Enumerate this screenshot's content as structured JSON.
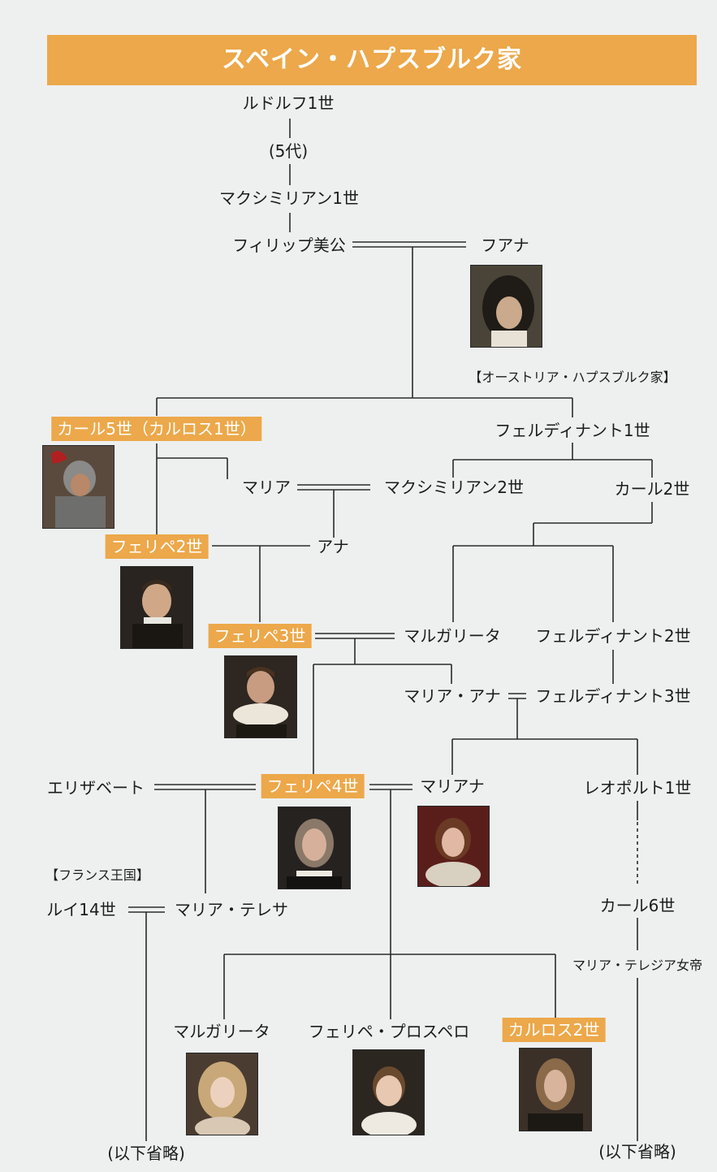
{
  "title": "スペイン・ハプスブルク家",
  "people": {
    "rudolf": "ルドルフ1世",
    "gen5": "(5代)",
    "maximilian1": "マクシミリアン1世",
    "philipp": "フィリップ美公",
    "juana": "フアナ",
    "austria_house": "【オーストリア・ハプスブルク家】",
    "karl5": "カール5世（カルロス1世）",
    "ferdinand1": "フェルディナント1世",
    "maria": "マリア",
    "maximilian2": "マクシミリアン2世",
    "karl2": "カール2世",
    "felipe2": "フェリペ2世",
    "ana": "アナ",
    "felipe3": "フェリペ3世",
    "margarita1": "マルガリータ",
    "ferdinand2": "フェルディナント2世",
    "maria_ana": "マリア・アナ",
    "ferdinand3": "フェルディナント3世",
    "elisabeth": "エリザベート",
    "felipe4": "フェリペ4世",
    "mariana": "マリアナ",
    "leopold1": "レオポルト1世",
    "france_kingdom": "【フランス王国】",
    "louis14": "ルイ14世",
    "maria_teresa": "マリア・テレサ",
    "karl6": "カール6世",
    "maria_theresia": "マリア・テレジア女帝",
    "margarita2": "マルガリータ",
    "felipe_prospero": "フェリペ・プロスペロ",
    "carlos2": "カルロス2世",
    "omitted_left": "(以下省略)",
    "omitted_right": "(以下省略)"
  },
  "colors": {
    "highlight": "#eca84a",
    "background": "#eef0f0",
    "line": "#2a2a2a"
  }
}
